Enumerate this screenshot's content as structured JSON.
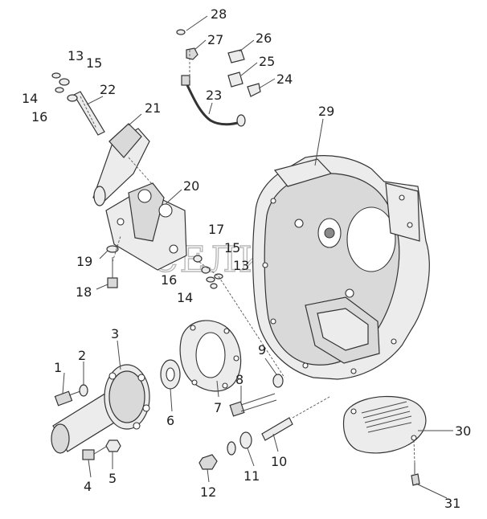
{
  "watermark": "СЕЛИ",
  "callouts": [
    {
      "id": "label-1",
      "text": "1"
    },
    {
      "id": "label-2",
      "text": "2"
    },
    {
      "id": "label-3",
      "text": "3"
    },
    {
      "id": "label-4",
      "text": "4"
    },
    {
      "id": "label-5",
      "text": "5"
    },
    {
      "id": "label-6",
      "text": "6"
    },
    {
      "id": "label-7",
      "text": "7"
    },
    {
      "id": "label-8",
      "text": "8"
    },
    {
      "id": "label-9",
      "text": "9"
    },
    {
      "id": "label-10",
      "text": "10"
    },
    {
      "id": "label-11",
      "text": "11"
    },
    {
      "id": "label-12",
      "text": "12"
    },
    {
      "id": "label-13a",
      "text": "13"
    },
    {
      "id": "label-13b",
      "text": "13"
    },
    {
      "id": "label-14a",
      "text": "14"
    },
    {
      "id": "label-14b",
      "text": "14"
    },
    {
      "id": "label-15a",
      "text": "15"
    },
    {
      "id": "label-15b",
      "text": "15"
    },
    {
      "id": "label-16a",
      "text": "16"
    },
    {
      "id": "label-16b",
      "text": "16"
    },
    {
      "id": "label-17",
      "text": "17"
    },
    {
      "id": "label-18",
      "text": "18"
    },
    {
      "id": "label-19",
      "text": "19"
    },
    {
      "id": "label-20",
      "text": "20"
    },
    {
      "id": "label-21",
      "text": "21"
    },
    {
      "id": "label-22",
      "text": "22"
    },
    {
      "id": "label-23",
      "text": "23"
    },
    {
      "id": "label-24",
      "text": "24"
    },
    {
      "id": "label-25",
      "text": "25"
    },
    {
      "id": "label-26",
      "text": "26"
    },
    {
      "id": "label-27",
      "text": "27"
    },
    {
      "id": "label-28",
      "text": "28"
    },
    {
      "id": "label-29",
      "text": "29"
    },
    {
      "id": "label-30",
      "text": "30"
    },
    {
      "id": "label-31",
      "text": "31"
    }
  ]
}
